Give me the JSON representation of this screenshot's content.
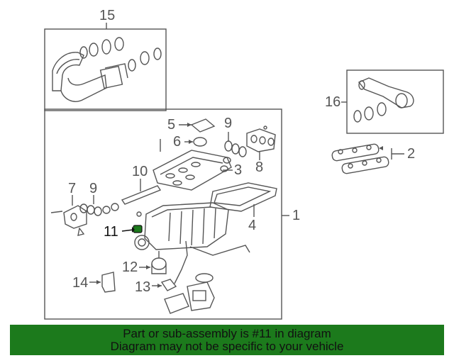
{
  "callouts": {
    "c1": "1",
    "c2": "2",
    "c3": "3",
    "c4": "4",
    "c5": "5",
    "c6": "6",
    "c7": "7",
    "c8": "8",
    "c9a": "9",
    "c9b": "9",
    "c10": "10",
    "c11": "11",
    "c12": "12",
    "c13": "13",
    "c14": "14",
    "c15": "15",
    "c16": "16"
  },
  "highlight": {
    "part": "11",
    "color": "#1c7a1c"
  },
  "banner": {
    "line1": "Part or sub-assembly is #11 in diagram",
    "line2": "Diagram may not be specific to your vehicle",
    "background": "#1c7a1c"
  }
}
